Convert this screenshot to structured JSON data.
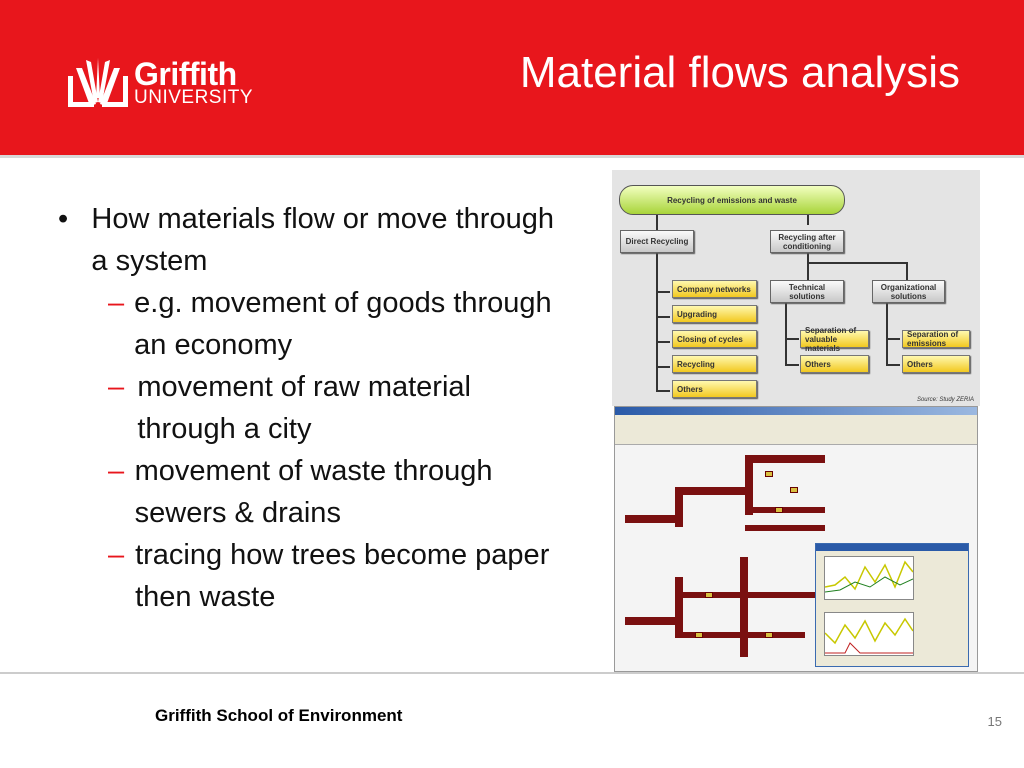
{
  "header": {
    "title": "Material flows analysis",
    "logo": {
      "line1": "Griffith",
      "line2": "UNIVERSITY"
    },
    "color": "#e8161c"
  },
  "bullets": [
    {
      "text": "How materials flow or move through a system",
      "sub": [
        "e.g. movement of goods through an economy",
        "movement of raw material through a city",
        "movement of waste through sewers & drains",
        "tracing how trees become paper then waste"
      ]
    }
  ],
  "diagram": {
    "root": "Recycling of emissions and waste",
    "direct": "Direct Recycling",
    "after": "Recycling after conditioning",
    "direct_items": [
      "Company networks",
      "Upgrading",
      "Closing of cycles",
      "Recycling",
      "Others"
    ],
    "technical": "Technical solutions",
    "organizational": "Organizational solutions",
    "technical_items": [
      "Separation of valuable materials",
      "Others"
    ],
    "organizational_items": [
      "Separation of emissions",
      "Others"
    ],
    "source": "Source: Study ZERIA"
  },
  "footer": {
    "school": "Griffith School of Environment",
    "page": "15"
  }
}
